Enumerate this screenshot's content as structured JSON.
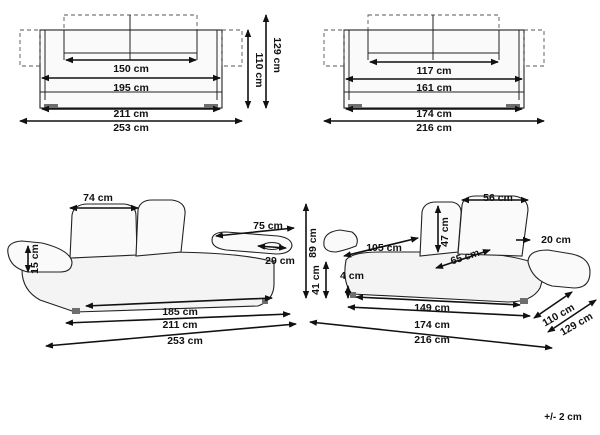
{
  "diagrams": {
    "sofa3_top": {
      "labels": {
        "inner_width": "150 cm",
        "seat_width": "195 cm",
        "outer_width": "211 cm",
        "extended_width": "253 cm",
        "depth": "110 cm",
        "extended_depth": "129 cm"
      }
    },
    "sofa2_top": {
      "labels": {
        "inner_width": "117 cm",
        "seat_width": "161 cm",
        "outer_width": "174 cm",
        "extended_width": "216 cm"
      }
    },
    "sofa3_side": {
      "labels": {
        "backrest_width": "74 cm",
        "armrest_width": "75 cm",
        "arm_depth": "29 cm",
        "arm_thickness": "15 cm",
        "seat_length": "185 cm",
        "outer_length": "211 cm",
        "extended_length": "253 cm",
        "height": "89 cm",
        "seat_height": "41 cm"
      }
    },
    "sofa2_side": {
      "labels": {
        "backrest_top": "56 cm",
        "backrest_height": "47 cm",
        "backrest_thickness": "20 cm",
        "seat_depth": "105 cm",
        "seat_depth_inner": "65 cm",
        "leg_height": "4 cm",
        "seat_length": "149 cm",
        "outer_length": "174 cm",
        "extended_length": "216 cm",
        "depth": "110 cm",
        "extended_depth": "129 cm"
      }
    }
  },
  "tolerance_note": "+/- 2 cm"
}
